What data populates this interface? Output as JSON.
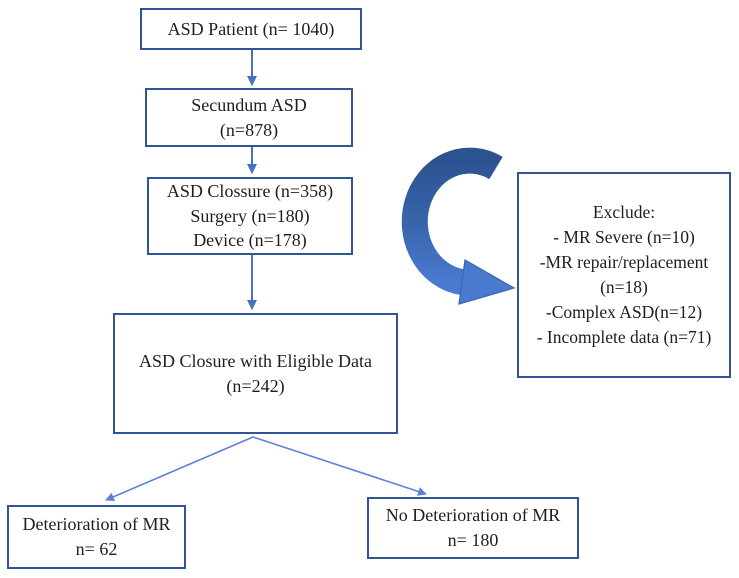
{
  "colors": {
    "background": "#ffffff",
    "box_border": "#2f5597",
    "text": "#1e1e1e",
    "arrow": "#4472c4",
    "arrow_light": "#5b82d9",
    "curved_dark": "#2d5290",
    "curved_mid": "#3a66ae",
    "curved_light": "#4a79d0"
  },
  "nodes": {
    "asd_patient": {
      "lines": [
        "ASD Patient (n= 1040)"
      ]
    },
    "secundum": {
      "lines": [
        "Secundum ASD",
        "(n=878)"
      ]
    },
    "closure": {
      "lines": [
        "ASD Clossure (n=358)",
        "Surgery (n=180)",
        "Device (n=178)"
      ]
    },
    "eligible": {
      "lines": [
        "ASD Closure with Eligible Data",
        "(n=242)"
      ]
    },
    "deterioration": {
      "lines": [
        "Deterioration of MR",
        "n= 62"
      ]
    },
    "no_deterioration": {
      "lines": [
        "No Deterioration of MR",
        "n= 180"
      ]
    },
    "exclude": {
      "lines": [
        "Exclude:",
        "- MR Severe (n=10)",
        "-MR repair/replacement",
        "(n=18)",
        "-Complex ASD(n=12)",
        "- Incomplete data (n=71)"
      ]
    }
  },
  "arrows": [
    {
      "from": "asd_patient",
      "to": "secundum",
      "type": "straight-down"
    },
    {
      "from": "secundum",
      "to": "closure",
      "type": "straight-down"
    },
    {
      "from": "closure",
      "to": "eligible",
      "type": "straight-down"
    },
    {
      "from": "eligible",
      "to": "deterioration",
      "type": "diagonal"
    },
    {
      "from": "eligible",
      "to": "no_deterioration",
      "type": "diagonal"
    },
    {
      "from": "closure",
      "to": "exclude",
      "type": "curved"
    }
  ]
}
